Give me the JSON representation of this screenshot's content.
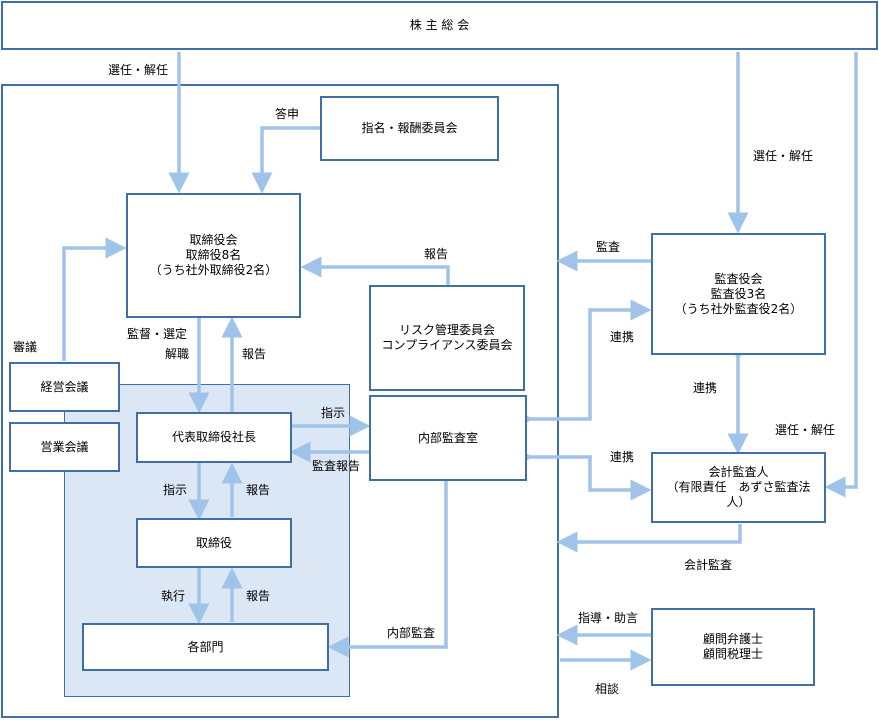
{
  "nodes": {
    "shareholders": [
      "株 主 総 会"
    ],
    "nomination": [
      "指名・報酬委員会"
    ],
    "board": [
      "取締役会",
      "取締役8名",
      "（うち社外取締役2名）"
    ],
    "risk": [
      "リスク管理委員会",
      "コンプライアンス委員会"
    ],
    "auditors": [
      "監査役会",
      "監査役3名",
      "（うち社外監査役2名）"
    ],
    "mgmt_meeting": [
      "経営会議"
    ],
    "sales_meeting": [
      "営業会議"
    ],
    "president": [
      "代表取締役社長"
    ],
    "internal_audit": [
      "内部監査室"
    ],
    "accounting_auditor": [
      "会計監査人",
      "（有限責任　あずさ監査法",
      "人）"
    ],
    "directors": [
      "取締役"
    ],
    "departments": [
      "各部門"
    ],
    "advisors": [
      "顧問弁護士",
      "顧問税理士"
    ]
  },
  "labels": {
    "elect1": "選任・解任",
    "report_answer": "答申",
    "elect2": "選任・解任",
    "audit": "監査",
    "report1": "報告",
    "coop1": "連携",
    "supervise": "監督・選定",
    "dismiss": "解職",
    "report2": "報告",
    "deliberate": "審議",
    "coop2": "連携",
    "elect3": "選任・解任",
    "instruct1": "指示",
    "audit_report": "監査報告",
    "coop3": "連携",
    "instruct2": "指示",
    "report3": "報告",
    "accounting_audit": "会計監査",
    "execute": "執行",
    "report4": "報告",
    "guidance": "指導・助言",
    "internal_audit": "内部監査",
    "consult": "相談"
  },
  "colors": {
    "arrow": "#9fc3e9",
    "border": "#3f6fa6",
    "shade": "#dce7f5"
  }
}
